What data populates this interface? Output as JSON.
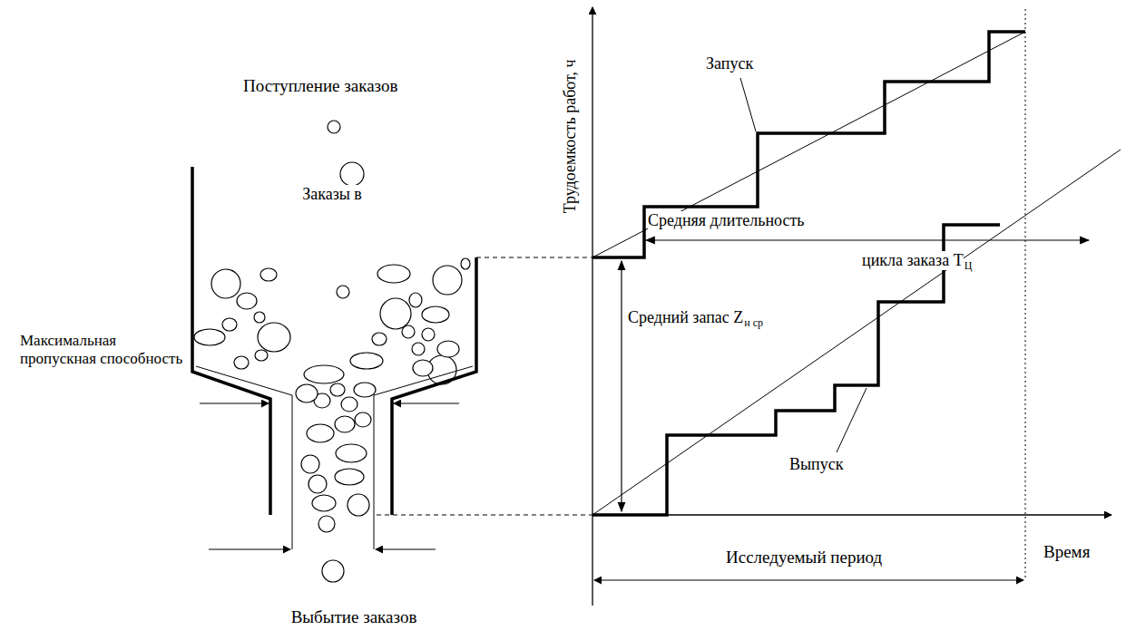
{
  "diagram": {
    "labels": [
      "Поступление заказов",
      "Заказы в",
      "Максимальная пропускная способность",
      "Выбытие заказов",
      "Трудоемкость работ, ч",
      "Запуск",
      "Средняя длительность",
      "цикла заказа Т",
      "Ц",
      "Средний запас Z",
      "н ср",
      "Выпуск",
      "Исследуемый период",
      "Время"
    ]
  }
}
